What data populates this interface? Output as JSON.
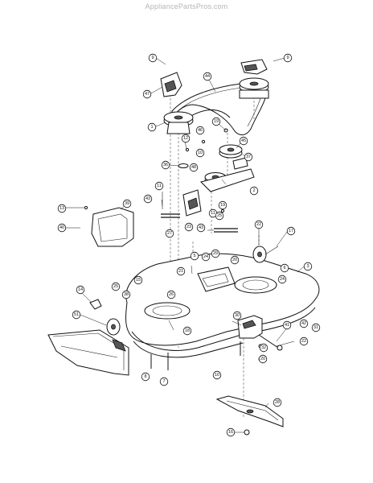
{
  "watermark": "AppliancePartsPros.com",
  "callouts": [
    {
      "id": "c9a",
      "label": "9"
    },
    {
      "id": "c9b",
      "label": "9"
    },
    {
      "id": "c47",
      "label": "47"
    },
    {
      "id": "c44",
      "label": "44"
    },
    {
      "id": "c1",
      "label": "1"
    },
    {
      "id": "c19a",
      "label": "19"
    },
    {
      "id": "c46",
      "label": "46"
    },
    {
      "id": "c45",
      "label": "45"
    },
    {
      "id": "c12",
      "label": "12"
    },
    {
      "id": "c10a",
      "label": "10"
    },
    {
      "id": "c37",
      "label": "37"
    },
    {
      "id": "c36",
      "label": "36"
    },
    {
      "id": "c48",
      "label": "48"
    },
    {
      "id": "c2",
      "label": "2"
    },
    {
      "id": "c11a",
      "label": "11"
    },
    {
      "id": "c43a",
      "label": "43"
    },
    {
      "id": "c39",
      "label": "39"
    },
    {
      "id": "c13",
      "label": "13"
    },
    {
      "id": "c40",
      "label": "40"
    },
    {
      "id": "c19b",
      "label": "19"
    },
    {
      "id": "c11b",
      "label": "11"
    },
    {
      "id": "c43b",
      "label": "43"
    },
    {
      "id": "c27",
      "label": "27"
    },
    {
      "id": "c23",
      "label": "23"
    },
    {
      "id": "c25a",
      "label": "25"
    },
    {
      "id": "c22a",
      "label": "22"
    },
    {
      "id": "c17",
      "label": "17"
    },
    {
      "id": "c5",
      "label": "5"
    },
    {
      "id": "c24a",
      "label": "24"
    },
    {
      "id": "c29",
      "label": "29"
    },
    {
      "id": "c20a",
      "label": "20"
    },
    {
      "id": "c6",
      "label": "6"
    },
    {
      "id": "c3",
      "label": "3"
    },
    {
      "id": "c21a",
      "label": "21"
    },
    {
      "id": "c24b",
      "label": "24"
    },
    {
      "id": "c14",
      "label": "14"
    },
    {
      "id": "c25b",
      "label": "25"
    },
    {
      "id": "c15",
      "label": "15"
    },
    {
      "id": "c38",
      "label": "38"
    },
    {
      "id": "c26",
      "label": "26"
    },
    {
      "id": "c51",
      "label": "51"
    },
    {
      "id": "c18",
      "label": "18"
    },
    {
      "id": "c30",
      "label": "30"
    },
    {
      "id": "c41",
      "label": "41"
    },
    {
      "id": "c42",
      "label": "42"
    },
    {
      "id": "c31",
      "label": "31"
    },
    {
      "id": "c32",
      "label": "32"
    },
    {
      "id": "c22b",
      "label": "22"
    },
    {
      "id": "c20b",
      "label": "20"
    },
    {
      "id": "c8",
      "label": "8"
    },
    {
      "id": "c7",
      "label": "7"
    },
    {
      "id": "c10b",
      "label": "10"
    },
    {
      "id": "c28",
      "label": "28"
    },
    {
      "id": "c16",
      "label": "16"
    }
  ]
}
